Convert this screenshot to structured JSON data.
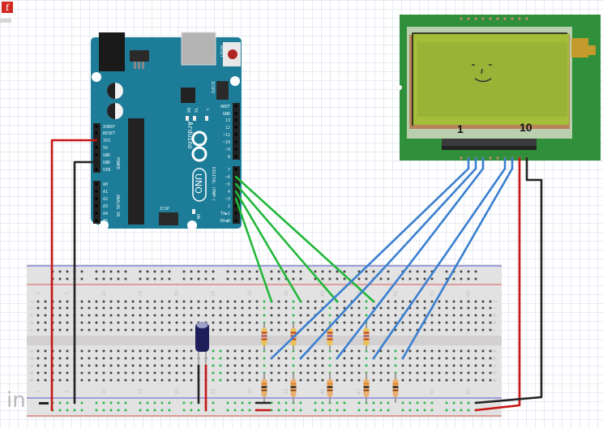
{
  "app": {
    "logo_letter": "f",
    "watermark_text": "in"
  },
  "arduino": {
    "brand": "Arduino",
    "model": "UNO",
    "reset_label": "RESET",
    "icsp2_label": "ICSP2",
    "icsp_label": "ICSP",
    "tx_label": "TX",
    "rx_label": "RX",
    "l_label": "L",
    "on_label": "ON",
    "power_label": "POWER",
    "analog_label": "ANALOG IN",
    "digital_label": "DIGITAL (PWM~)",
    "power_pins": [
      "IOREF",
      "RESET",
      "3V3",
      "5V",
      "GND",
      "GND",
      "VIN"
    ],
    "analog_pins": [
      "A0",
      "A1",
      "A2",
      "A3",
      "A4",
      "A5"
    ],
    "digital_pins_upper": [
      "AREF",
      "GND",
      "13",
      "12",
      "~11",
      "~10",
      "~9",
      "8"
    ],
    "digital_pins_lower": [
      "7",
      "~6",
      "~5",
      "4",
      "~3",
      "2",
      "TX▶1",
      "RX◀0"
    ]
  },
  "lcd": {
    "pin_label_first": "1",
    "pin_label_last": "10"
  },
  "breadboard": {
    "column_labels": [
      "1",
      "5",
      "10",
      "15",
      "20",
      "25",
      "30",
      "35",
      "40",
      "45",
      "50",
      "55",
      "60"
    ],
    "row_labels_top": [
      "J",
      "I",
      "H",
      "G",
      "F"
    ],
    "row_labels_bottom": [
      "E",
      "D",
      "C",
      "B",
      "A"
    ]
  },
  "colors": {
    "arduino_board": "#1d7d99",
    "lcd_board": "#2f8f3a",
    "lcd_screen": "#a4be3a",
    "wire_red": "#c81414",
    "wire_black": "#222222",
    "wire_green": "#22b83a",
    "wire_blue": "#3a7fd0",
    "breadboard": "#e2e2e2"
  }
}
